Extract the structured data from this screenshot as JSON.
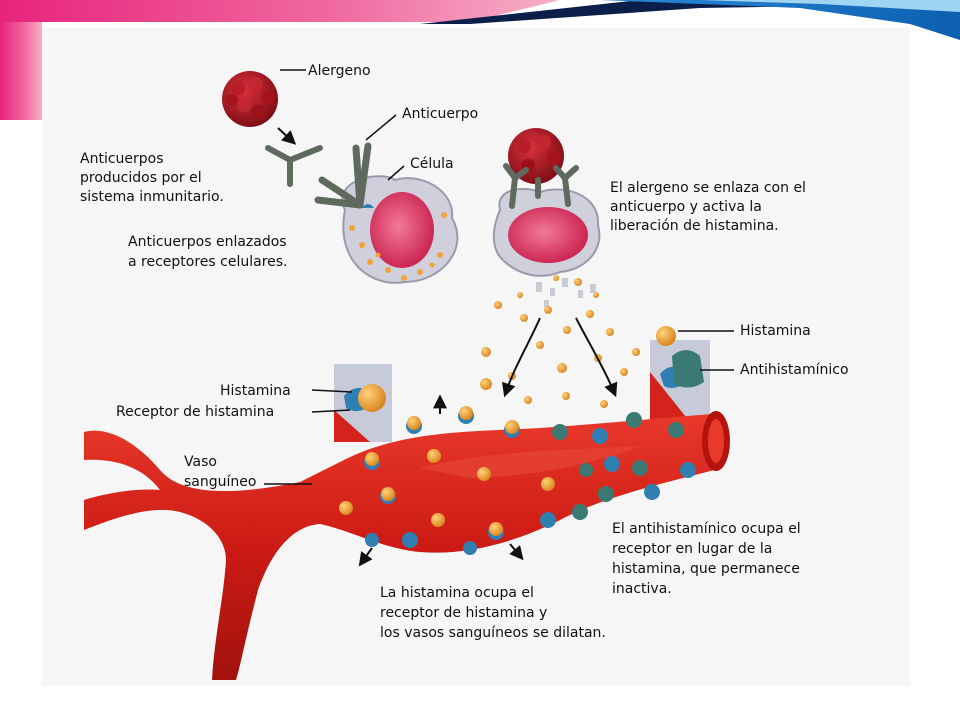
{
  "colors": {
    "header_pink": "#e8247c",
    "header_blue": "#1a73c8",
    "header_navy": "#0b1f4a",
    "vessel_red": "#cc1b14",
    "allergen_red": "#a3121d",
    "histamine_orange": "#f0a33a",
    "receptor_blue": "#2f7fb3",
    "antihistamine_teal": "#3a7a72",
    "cell_gray": "#c9c9d6",
    "nucleus_pink": "#e2426b"
  },
  "labels": {
    "alergeno": "Alergeno",
    "anticuerpo": "Anticuerpo",
    "celula": "Célula",
    "anticuerpos_producidos": [
      "Anticuerpos",
      "producidos por el",
      "sistema inmunitario."
    ],
    "anticuerpos_enlazados": [
      "Anticuerpos enlazados",
      "a receptores celulares."
    ],
    "alergeno_enlaza": [
      "El alergeno se enlaza con el",
      "anticuerpo y activa la",
      "liberación de histamina."
    ],
    "histamina_right": "Histamina",
    "antihistaminico": "Antihistamínico",
    "histamina_left": "Histamina",
    "receptor_histamina": "Receptor de histamina",
    "vaso": [
      "Vaso",
      "sanguíneo"
    ],
    "antihistaminico_ocupa": [
      "El antihistamínico ocupa el",
      "receptor en lugar de la",
      "histamina, que permanece",
      "inactiva."
    ],
    "histamina_ocupa": [
      "La histamina ocupa el",
      "receptor de histamina y",
      "los vasos sanguíneos se dilatan."
    ]
  },
  "icons": [
    "allergen-particle",
    "antibody-y",
    "mast-cell",
    "histamine-granule",
    "histamine-receptor",
    "antihistamine-molecule",
    "blood-vessel",
    "arrow"
  ]
}
